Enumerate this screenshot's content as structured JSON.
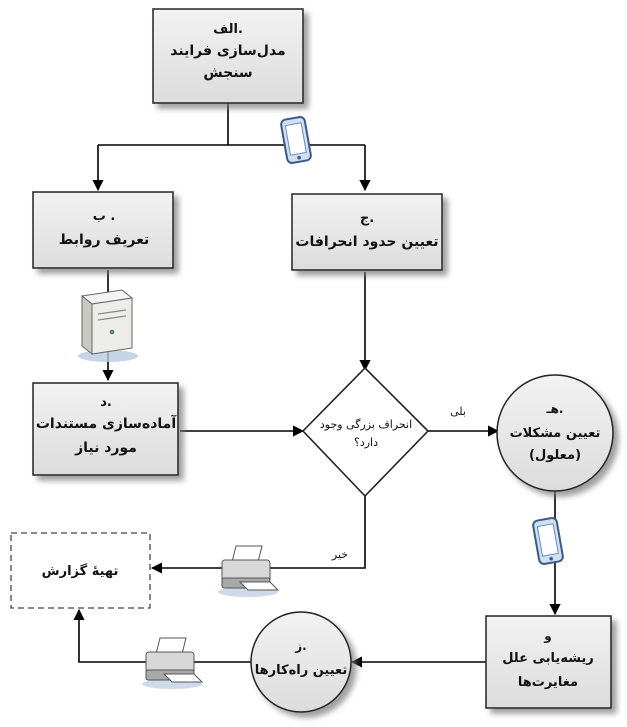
{
  "nodes": {
    "a": {
      "letter": "الف.",
      "line1": "مدل‌سازی فرایند",
      "line2": "سنجش"
    },
    "b": {
      "letter": "ب .",
      "line1": "تعریف روابط"
    },
    "c": {
      "letter": "ج.",
      "line1": "تعیین حدود انحرافات"
    },
    "d": {
      "letter": "د.",
      "line1": "آماده‌سازی مستندات",
      "line2": "مورد نیاز"
    },
    "decision": {
      "line1": "انحراف بزرگی وجود",
      "line2": "دارد؟"
    },
    "e": {
      "letter": "هـ.",
      "line1": "تعیین مشکلات",
      "line2": "(معلول)"
    },
    "f": {
      "letter": "و",
      "line1": "ریشه‌یابی علل",
      "line2": "مغایرت‌ها"
    },
    "g": {
      "letter": "ز.",
      "line1": "تعیین راه‌کارها"
    },
    "report": {
      "line1": "تهیهٔ گزارش"
    }
  },
  "edges": {
    "yes_label": "بلی",
    "no_label": "خیر"
  },
  "icons": [
    "tablet-icon",
    "server-icon",
    "printer-icon",
    "tablet-icon",
    "printer-icon"
  ]
}
